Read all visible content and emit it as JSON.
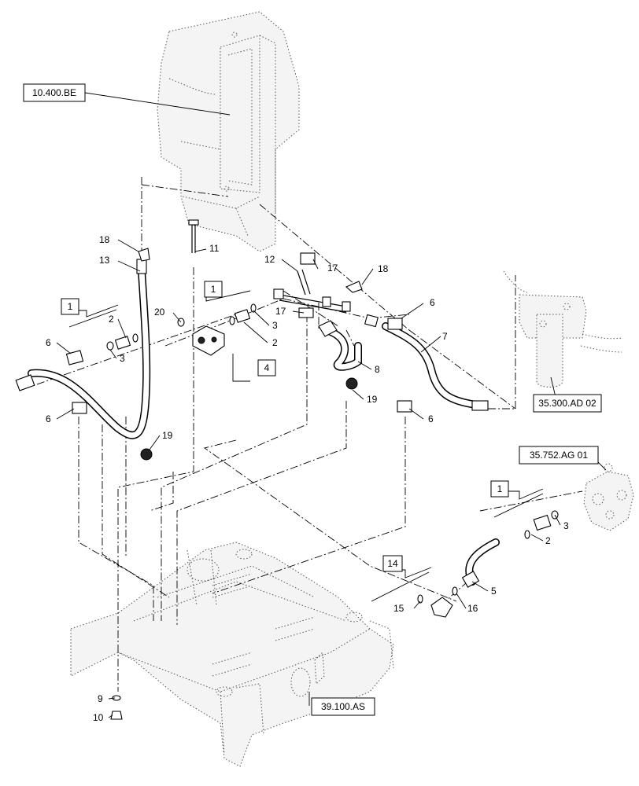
{
  "references": {
    "radiator": "10.400.BE",
    "filter": "35.300.AD 02",
    "valve": "35.752.AG 01",
    "frame": "39.100.AS"
  },
  "group_boxes": {
    "g1_left": "1",
    "g1_center": "1",
    "g1_right": "1",
    "g4": "4",
    "g14": "14"
  },
  "callouts": {
    "c18a": "18",
    "c13": "13",
    "c11": "11",
    "c12": "12",
    "c17a": "17",
    "c18b": "18",
    "c20": "20",
    "c2a": "2",
    "c6a": "6",
    "c3a": "3",
    "c3b": "3",
    "c2b": "2",
    "c17b": "17",
    "c6b": "6",
    "c7": "7",
    "c8": "8",
    "c19a": "19",
    "c6c": "6",
    "c6d": "6",
    "c19b": "19",
    "c3c": "3",
    "c2c": "2",
    "c5": "5",
    "c15": "15",
    "c16": "16",
    "c9": "9",
    "c10": "10"
  }
}
